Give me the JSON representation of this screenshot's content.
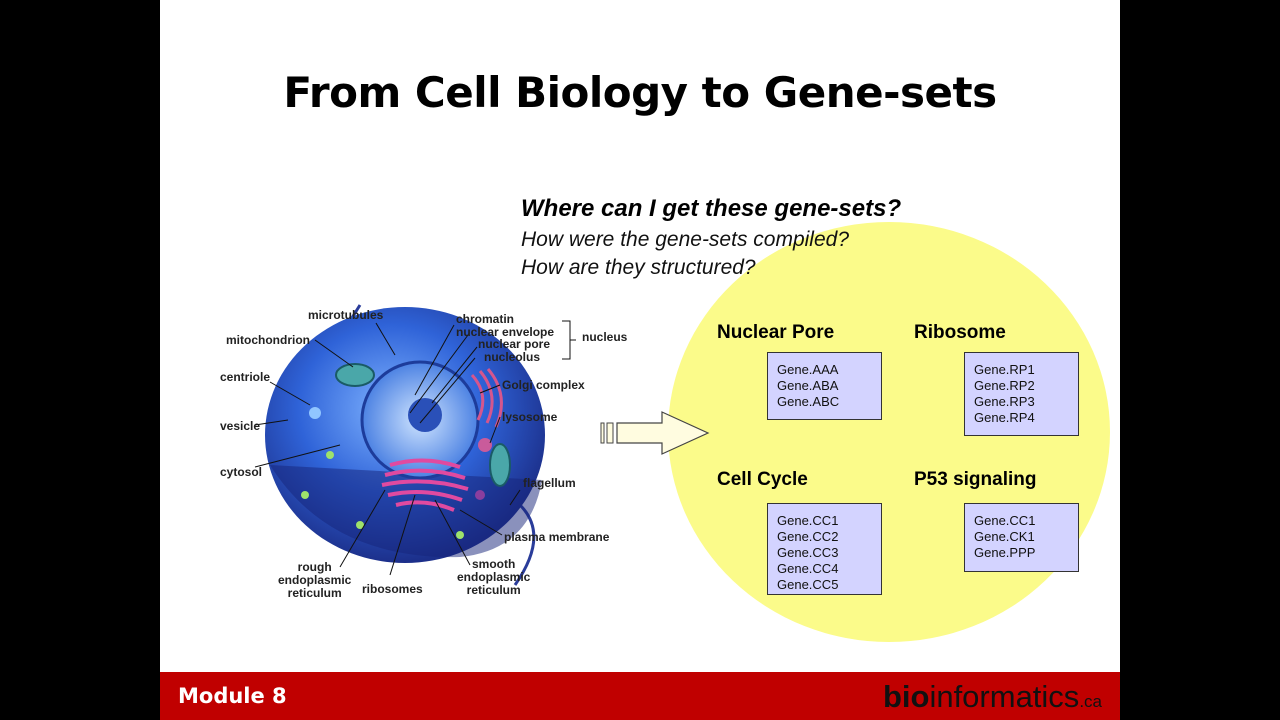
{
  "slide": {
    "title": "From Cell Biology to Gene-sets",
    "questions": {
      "main": "Where can I get these gene-sets?",
      "sub1": "How were the gene-sets compiled?",
      "sub2": "How are they structured?"
    }
  },
  "cell_diagram": {
    "labels": {
      "microtubules": "microtubules",
      "mitochondrion": "mitochondrion",
      "centriole": "centriole",
      "vesicle": "vesicle",
      "cytosol": "cytosol",
      "chromatin": "chromatin",
      "nuclear_envelope": "nuclear envelope",
      "nuclear_pore": "nuclear pore",
      "nucleolus": "nucleolus",
      "nucleus": "nucleus",
      "golgi": "Golgi complex",
      "lysosome": "lysosome",
      "flagellum": "flagellum",
      "plasma_membrane": "plasma membrane",
      "rough_er": [
        "rough",
        "endoplasmic",
        "reticulum"
      ],
      "ribosomes": "ribosomes",
      "smooth_er": [
        "smooth",
        "endoplasmic",
        "reticulum"
      ]
    }
  },
  "gene_sets": [
    {
      "title": "Nuclear Pore",
      "genes": [
        "Gene.AAA",
        "Gene.ABA",
        "Gene.ABC"
      ]
    },
    {
      "title": "Ribosome",
      "genes": [
        "Gene.RP1",
        "Gene.RP2",
        "Gene.RP3",
        "Gene.RP4"
      ]
    },
    {
      "title": "Cell Cycle",
      "genes": [
        "Gene.CC1",
        "Gene.CC2",
        "Gene.CC3",
        "Gene.CC4",
        "Gene.CC5"
      ]
    },
    {
      "title": "P53 signaling",
      "genes": [
        "Gene.CC1",
        "Gene.CK1",
        "Gene.PPP"
      ]
    }
  ],
  "footer": {
    "module": "Module 8",
    "brand_bold": "bio",
    "brand_regular": "informatics",
    "brand_suffix": ".ca"
  },
  "colors": {
    "footer_bg": "#c00000",
    "highlight_blob": "#fbfb8a",
    "gene_box": "#d3d3ff",
    "cell_blue": "#2f63d8"
  }
}
